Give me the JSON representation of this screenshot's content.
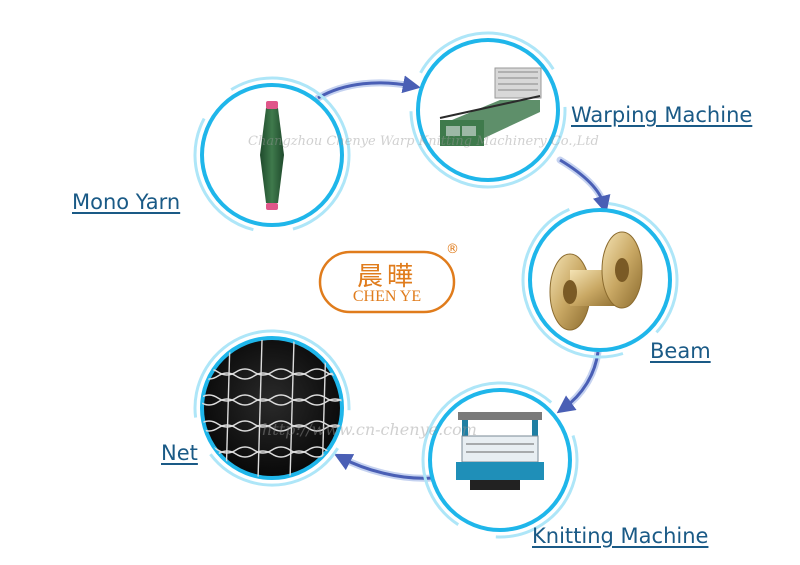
{
  "labels": {
    "mono_yarn": "Mono Yarn",
    "warping_machine": "Warping Machine",
    "beam": "Beam",
    "knitting_machine": "Knitting Machine",
    "net": "Net"
  },
  "logo": {
    "chinese": "晨曄",
    "english": "CHEN YE",
    "registered": "®"
  },
  "watermarks": {
    "company": "Changzhou Chenye Warp Knitting Machinery Co.,Ltd",
    "url": "http://www.cn-chenye.com"
  },
  "colors": {
    "ring": "#1fb6ea",
    "ring_light": "#aee6f8",
    "arrow": "#4a5fb5",
    "label": "#1a5a86",
    "logo": "#e07c1c"
  }
}
